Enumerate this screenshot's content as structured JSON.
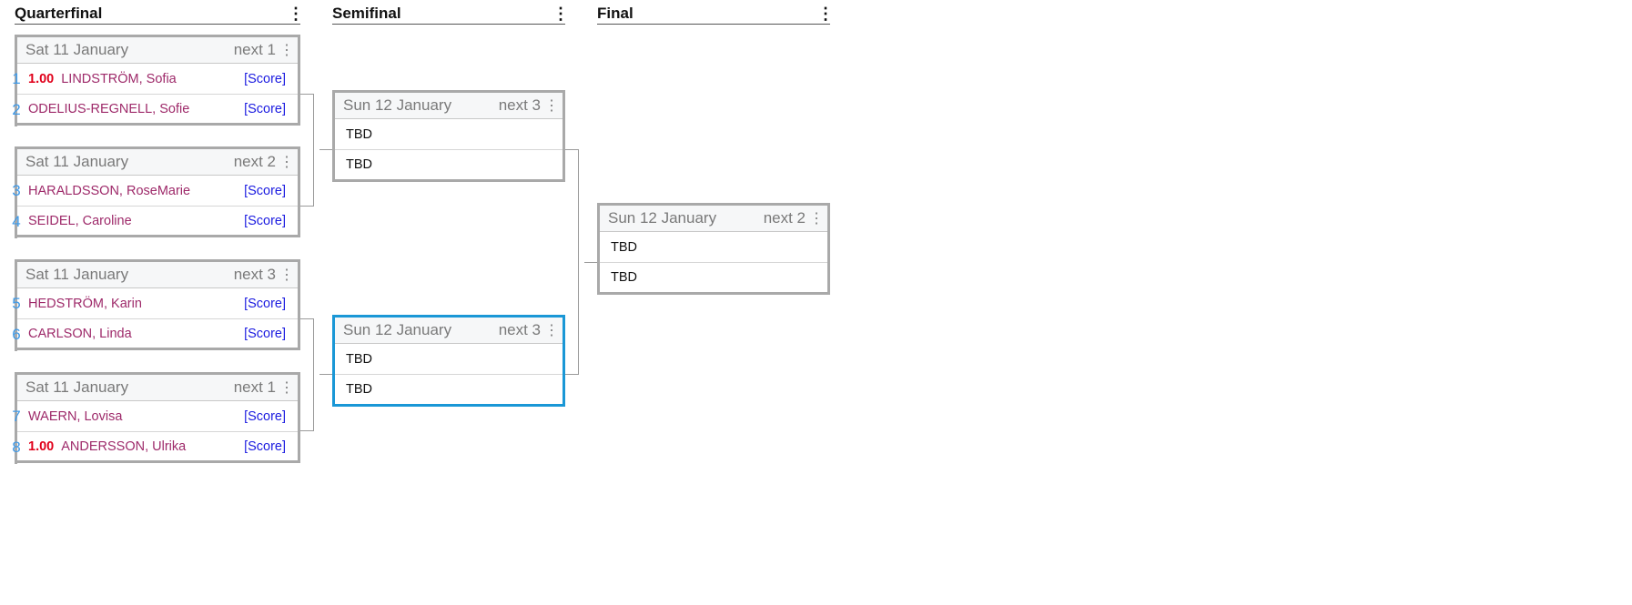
{
  "rounds": [
    {
      "title": "Quarterfinal"
    },
    {
      "title": "Semifinal"
    },
    {
      "title": "Final"
    }
  ],
  "icons": {
    "menu": "kebab-vertical-icon"
  },
  "quarterfinal": [
    {
      "date": "Sat 11 January",
      "next": "next 1",
      "p1": {
        "seed": "1",
        "score": "1.00",
        "name": "LINDSTRÖM, Sofia",
        "link": "[Score]"
      },
      "p2": {
        "seed": "2",
        "score": "",
        "name": "ODELIUS-REGNELL, Sofie",
        "link": "[Score]"
      }
    },
    {
      "date": "Sat 11 January",
      "next": "next 2",
      "p1": {
        "seed": "3",
        "score": "",
        "name": "HARALDSSON, RoseMarie",
        "link": "[Score]"
      },
      "p2": {
        "seed": "4",
        "score": "",
        "name": "SEIDEL, Caroline",
        "link": "[Score]"
      }
    },
    {
      "date": "Sat 11 January",
      "next": "next 3",
      "p1": {
        "seed": "5",
        "score": "",
        "name": "HEDSTRÖM, Karin",
        "link": "[Score]"
      },
      "p2": {
        "seed": "6",
        "score": "",
        "name": "CARLSON, Linda",
        "link": "[Score]"
      }
    },
    {
      "date": "Sat 11 January",
      "next": "next 1",
      "p1": {
        "seed": "7",
        "score": "",
        "name": "WAERN, Lovisa",
        "link": "[Score]"
      },
      "p2": {
        "seed": "8",
        "score": "1.00",
        "name": "ANDERSSON, Ulrika",
        "link": "[Score]"
      }
    }
  ],
  "semifinal": [
    {
      "date": "Sun 12 January",
      "next": "next 3",
      "p1": "TBD",
      "p2": "TBD"
    },
    {
      "date": "Sun 12 January",
      "next": "next 3",
      "p1": "TBD",
      "p2": "TBD"
    }
  ],
  "final": [
    {
      "date": "Sun 12 January",
      "next": "next 2",
      "p1": "TBD",
      "p2": "TBD"
    }
  ],
  "dots": "⋮"
}
